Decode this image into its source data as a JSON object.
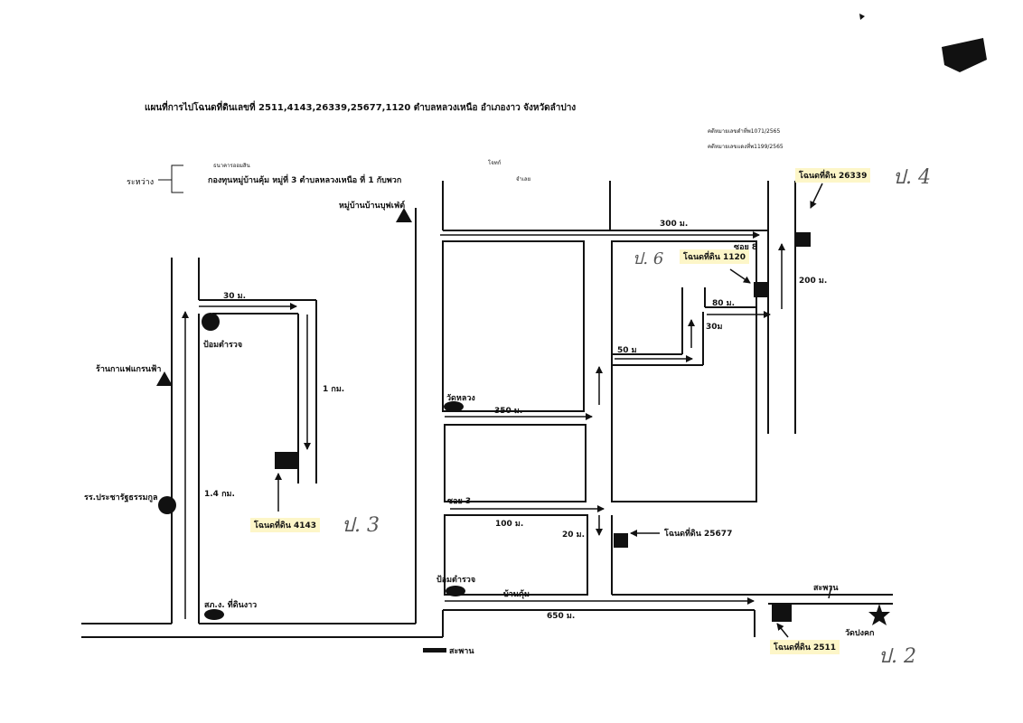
{
  "title": "แผนที่การไปโฉนดที่ดินเลขที่  2511,4143,26339,25677,1120  ตำบลหลวงเหนือ  อำเภองาว  จังหวัดลำปาง",
  "case_refs": [
    "คดีหมายเลขดำที่พ1071/2565",
    "คดีหมายเลขแดงที่พ1199/2565"
  ],
  "parties": {
    "between_label": "ระหว่าง",
    "plaintiff_top": "ธนาคารออมสิน",
    "plaintiff_top_role": "โจทก์",
    "defendant": "กองทุนหมู่บ้านคุ้ม  หมู่ที่  3  ตำบลหลวงเหนือ   ที่ 1 กับพวก",
    "defendant_role": "จำเลย"
  },
  "landmarks": {
    "village_sign": "หมู่บ้านบ้านบุฟเฟ่ต์",
    "coffee_shop": "ร้านกาแฟแกรนฟ้า",
    "school": "รร.ประชารัฐธรรมกูล",
    "police_box_1": "ป้อมตำรวจ",
    "wat_luang": "วัดหลวง",
    "police_box_2": "ป้อมตำรวจ",
    "ban_khum": "บ้านคุ้ม",
    "post_office": "สภ.ง. ที่ดินงาว",
    "bridge_bottom": "สะพาน",
    "bridge_right": "สะพาน",
    "wat_pong_kok": "วัดปงคก"
  },
  "distances": {
    "d30": "30  ม.",
    "d1km": "1  กม.",
    "d14km": "1.4 กม.",
    "d350": "350 ม.",
    "soi3": "ซอย 3",
    "d100": "100 ม.",
    "d20": "20 ม.",
    "d650": "650  ม.",
    "d300": "300 ม.",
    "soi8": "ซอย 8",
    "d200": "200 ม.",
    "d80": "80 ม.",
    "d30b": "30ม",
    "d50": "50 ม"
  },
  "parcels": {
    "p26339": "โฉนดที่ดิน  26339",
    "p1120": "โฉนดที่ดิน  1120",
    "p4143": "โฉนดที่ดิน  4143",
    "p25677": "โฉนดที่ดิน  25677",
    "p2511": "โฉนดที่ดิน  2511"
  },
  "handwritten": {
    "n4": "ป. 4",
    "n6": "ป. 6",
    "n3": "ป. 3",
    "n2": "ป. 2"
  },
  "colors": {
    "line": "#111111",
    "highlight": "#fdf6c8"
  }
}
